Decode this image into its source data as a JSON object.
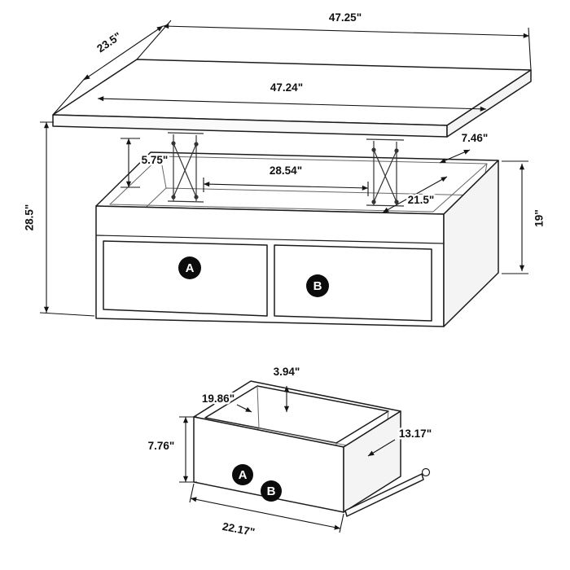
{
  "diagram": {
    "background_color": "#ffffff",
    "line_color": "#1a1a1a",
    "badge_color": "#0b0b0b",
    "main_view": {
      "dimensions": {
        "overall_width": "47.25\"",
        "top_depth": "23.5\"",
        "top_width": "47.24\"",
        "lift_gap_right": "7.46\"",
        "lift_gap_left": "5.75\"",
        "inner_width": "28.54\"",
        "inner_depth": "21.5\"",
        "overall_height": "28.5\"",
        "base_height": "19\""
      },
      "badges": {
        "drawer_a": "A",
        "drawer_b": "B"
      }
    },
    "drawer_view": {
      "dimensions": {
        "back_height": "3.94\"",
        "inner_length": "19.86\"",
        "inner_depth": "13.17\"",
        "front_height": "7.76\"",
        "front_width": "22.17\""
      },
      "badges": {
        "drawer_a": "A",
        "drawer_b": "B"
      }
    }
  }
}
